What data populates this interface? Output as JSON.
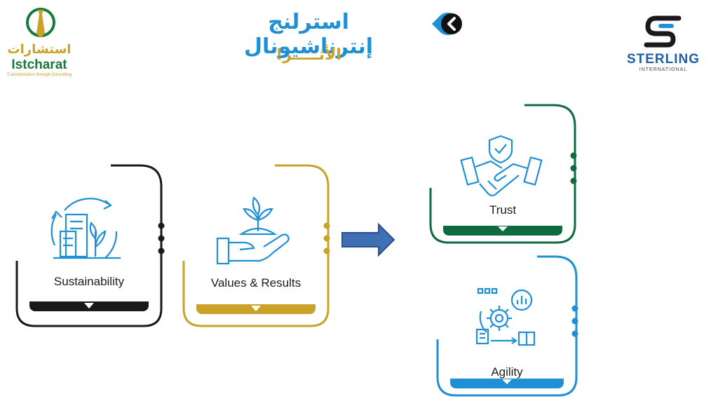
{
  "header": {
    "title": "استرلنج إنترناشيونال",
    "subtitle": "الأثـــــر!"
  },
  "logos": {
    "left": {
      "arabic": "استشارات",
      "name": "Istcharat",
      "tagline": "Transformation through Consulting"
    },
    "right": {
      "name": "STERLING",
      "sub": "INTERNATIONAL"
    }
  },
  "cards": [
    {
      "label": "Sustainability",
      "color": "#1a1a1a",
      "icon": "sustainability-buildings-icon"
    },
    {
      "label": "Values & Results",
      "color": "#c9a227",
      "icon": "hand-plant-icon"
    },
    {
      "label": "Trust",
      "color": "#0e6b3f",
      "icon": "handshake-shield-icon"
    },
    {
      "label": "Agility",
      "color": "#1f8fd6",
      "icon": "gear-cycle-icon"
    }
  ],
  "colors": {
    "accent_blue": "#1f8fd6",
    "gold": "#c9a227",
    "green": "#0e6b3f",
    "arrow": "#3f6fb5"
  }
}
